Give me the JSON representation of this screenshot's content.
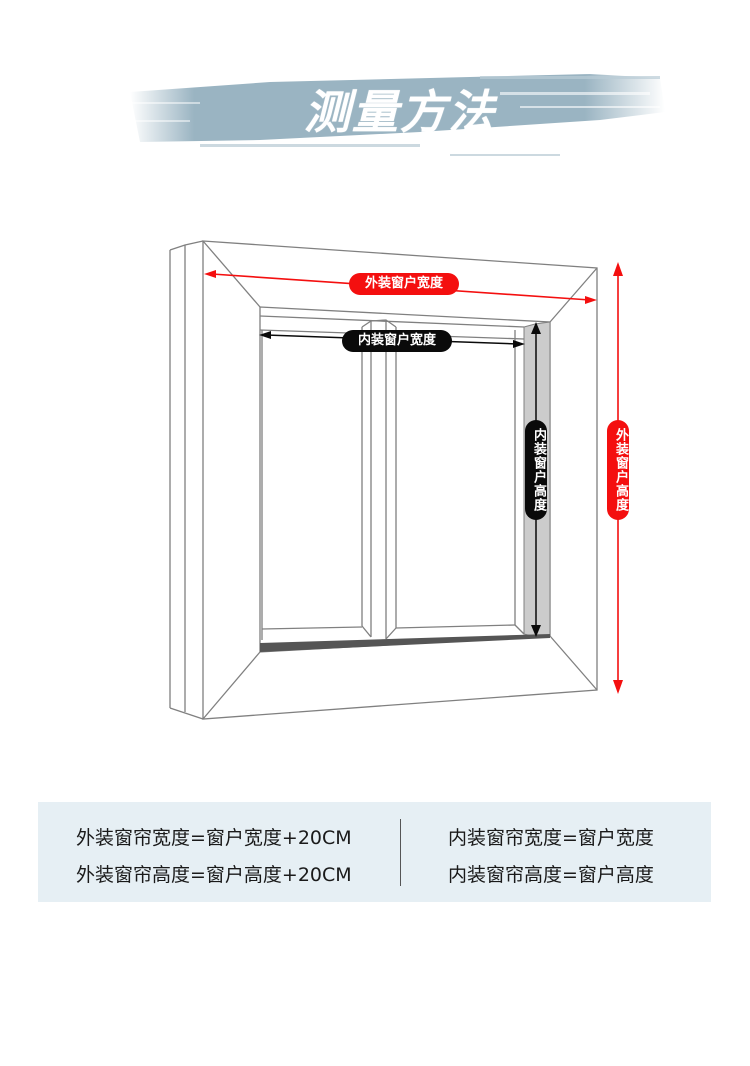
{
  "header": {
    "title": "测量方法",
    "banner_color": "#9ab4c2"
  },
  "diagram": {
    "outer_width_label": "外装窗户宽度",
    "inner_width_label": "内装窗户宽度",
    "inner_height_label": "内装窗户高度",
    "outer_height_label": "外装窗户高度",
    "outer_color": "#f40f0f",
    "inner_color": "#0a0a0a"
  },
  "formulas": {
    "outer": [
      "外装窗帘宽度=窗户宽度+20CM",
      "外装窗帘高度=窗户高度+20CM"
    ],
    "inner": [
      "内装窗帘宽度=窗户宽度",
      "内装窗帘高度=窗户高度"
    ],
    "background": "#e6eff4"
  }
}
